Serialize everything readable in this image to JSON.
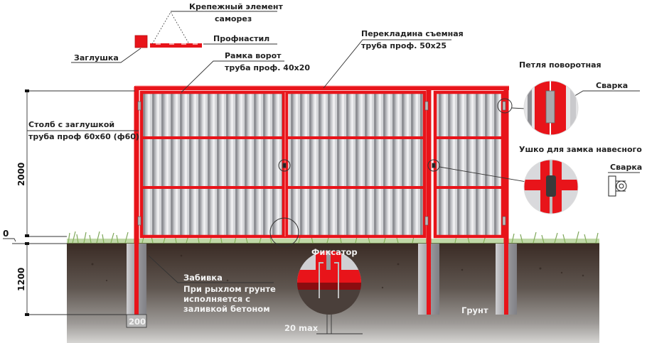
{
  "diagram": {
    "type": "gate-construction-drawing",
    "colors": {
      "frame_red": "#e8141a",
      "frame_highlight": "#ff8a8a",
      "sheet_light": "#d9d9dc",
      "sheet_dark": "#8d8e93",
      "soil_top": "#3e3029",
      "soil_bottom": "#b9b8b6",
      "grass": "#79a94f",
      "pillar_concrete": "#a9a9ad",
      "leader_line": "#333333"
    },
    "labels": {
      "fastener_line1": "Крепежный элемент",
      "fastener_line2": "саморез",
      "profnastil": "Профнастил",
      "plug": "Заглушка",
      "gate_frame_line1": "Рамка ворот",
      "gate_frame_line2": "труба проф. 40х20",
      "crossbar_line1": "Перекладина съемная",
      "crossbar_line2": "труба проф. 50х25",
      "hinge": "Петля поворотная",
      "weld_hinge": "Сварка",
      "padlock_eye": "Ушко для замка навесного",
      "weld_eye": "Сварка",
      "post_line1": "Столб с заглушкой",
      "post_line2": "труба проф 60х60 (ф60)",
      "driving_line1": "Забивка",
      "driving_line2": "При рыхлом грунте",
      "driving_line3": "исполняется с",
      "driving_line4": "заливкой бетоном",
      "latch": "Фиксатор",
      "soil": "Грунт"
    },
    "dimensions": {
      "height_above_ground": "2000",
      "depth_below_ground": "1200",
      "ground_level": "0",
      "pillar_width": "200",
      "latch_gap": "20 max"
    }
  }
}
